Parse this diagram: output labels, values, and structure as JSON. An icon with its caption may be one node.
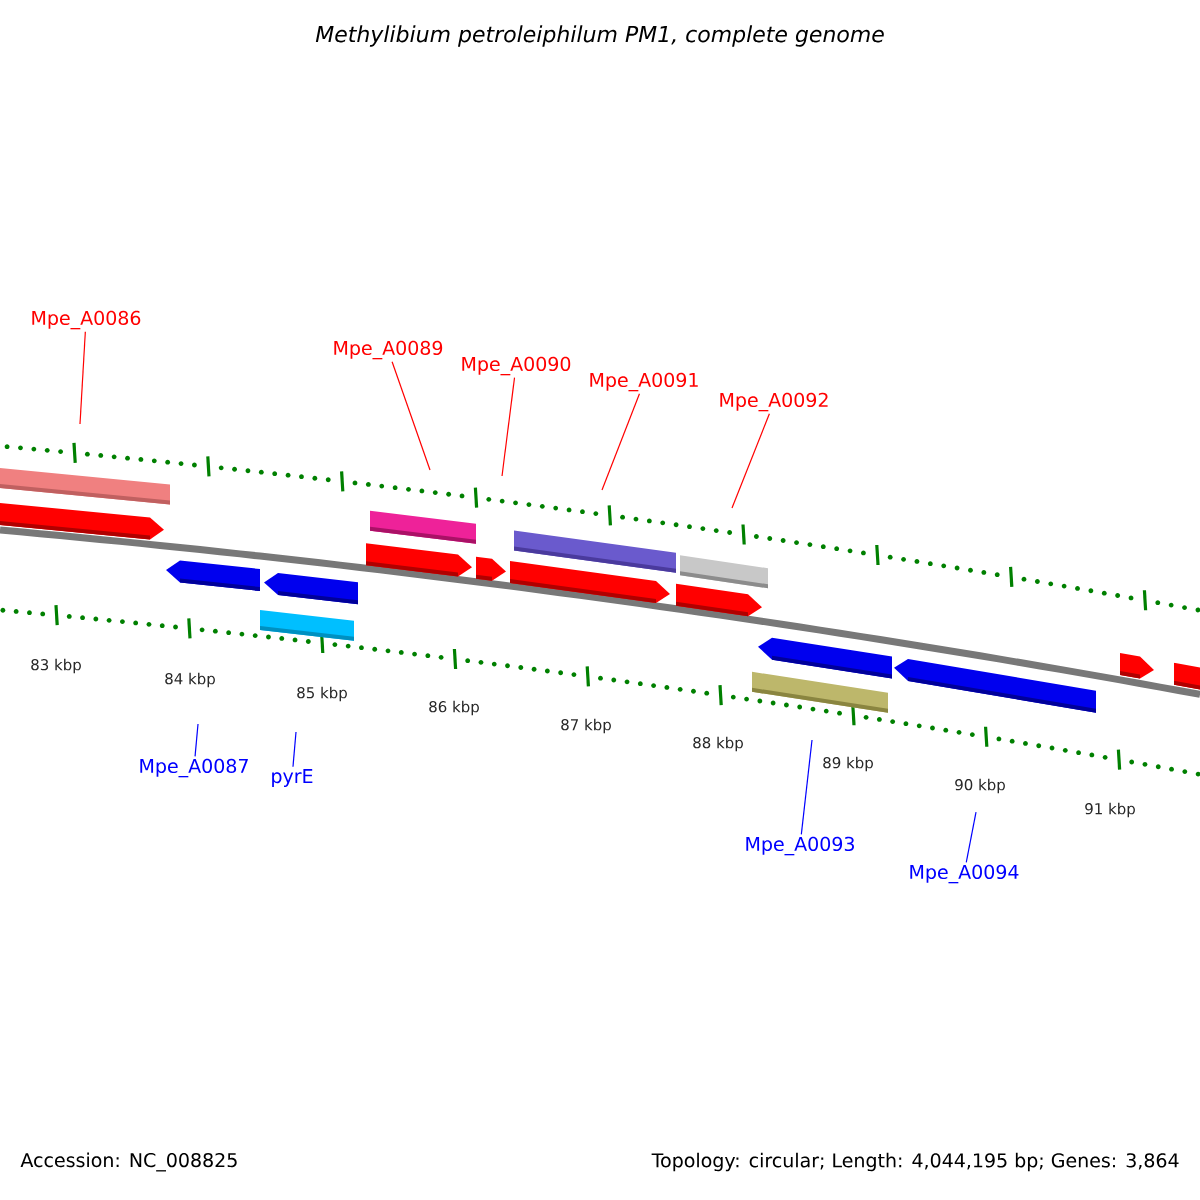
{
  "diagram": {
    "title": "Methylibium petroleiphilum PM1, complete genome",
    "nodes": [
      {
        "text": [
          "Mpe_A0086"
        ]
      },
      {
        "text": [
          "Mpe_A0089"
        ]
      },
      {
        "text": [
          "Mpe_A0090"
        ]
      },
      {
        "text": [
          "Mpe_A0091"
        ]
      },
      {
        "text": [
          "Mpe_A0092"
        ]
      },
      {
        "text": [
          "Mpe_A0087"
        ]
      },
      {
        "text": [
          "pyrE"
        ]
      },
      {
        "text": [
          "Mpe_A0093"
        ]
      },
      {
        "text": [
          "Mpe_A0094"
        ]
      }
    ],
    "edges": [
      {
        "from": 0,
        "to": null,
        "arrow": "none"
      },
      {
        "from": 1,
        "to": null,
        "arrow": "none"
      },
      {
        "from": 2,
        "to": null,
        "arrow": "none"
      },
      {
        "from": 3,
        "to": null,
        "arrow": "none"
      },
      {
        "from": 4,
        "to": null,
        "arrow": "none"
      },
      {
        "from": 5,
        "to": null,
        "arrow": "none",
        "color": "#0000ff"
      },
      {
        "from": 6,
        "to": null,
        "arrow": "none",
        "color": "#0000ff"
      },
      {
        "from": 7,
        "to": null,
        "arrow": "none",
        "color": "#0000ff"
      },
      {
        "from": 8,
        "to": null,
        "arrow": "none",
        "color": "#0000ff"
      }
    ],
    "labels": [
      "83 kbp",
      "84 kbp",
      "85 kbp",
      "86 kbp",
      "87 kbp",
      "88 kbp",
      "89 kbp",
      "90 kbp",
      "91 kbp",
      "Accession: NC_008825",
      "Topology: circular; Length: 4,044,195 bp; Genes: 3,864"
    ]
  }
}
